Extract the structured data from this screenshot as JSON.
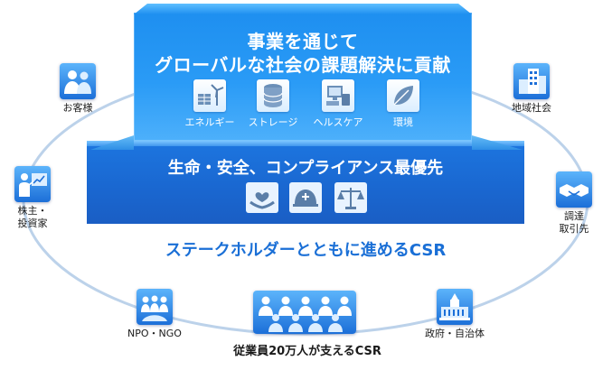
{
  "top_tier": {
    "title_line1": "事業を通じて",
    "title_line2": "グローバルな社会の課題解決に貢献",
    "fields": [
      {
        "label": "エネルギー",
        "icon": "energy-icon"
      },
      {
        "label": "ストレージ",
        "icon": "storage-icon"
      },
      {
        "label": "ヘルスケア",
        "icon": "healthcare-icon"
      },
      {
        "label": "環境",
        "icon": "leaf-icon"
      }
    ]
  },
  "bottom_tier": {
    "title": "生命・安全、コンプライアンス最優先",
    "icons": [
      "heart-hands-icon",
      "helmet-icon",
      "scales-icon"
    ]
  },
  "ring_title": "ステークホルダーとともに進めるCSR",
  "stakeholders": {
    "customers": "お客様",
    "local": "地域社会",
    "shareholders_1": "株主・",
    "shareholders_2": "投資家",
    "suppliers_1": "調達",
    "suppliers_2": "取引先",
    "npo": "NPO・NGO",
    "government": "政府・自治体"
  },
  "employees_label": "従業員20万人が支えるCSR",
  "colors": {
    "primary_blue": "#1a6fd6",
    "light_blue": "#4db0fb",
    "dark_blue": "#1a5ec4",
    "ring": "#bcd2ea"
  }
}
